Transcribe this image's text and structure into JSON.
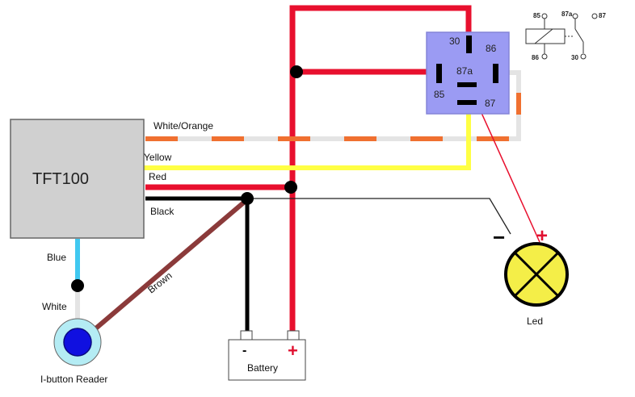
{
  "colors": {
    "red": "#e8102e",
    "black": "#000000",
    "yellow": "#ffff44",
    "orange": "#f07030",
    "white_wire": "#e4e4e4",
    "blue_wire": "#40c8f0",
    "brown": "#8b3a3a",
    "module_fill": "#d0d0d0",
    "relay_fill": "#9b9bf3",
    "led_fill": "#f4ee48",
    "reader_ring": "#b4ecf4",
    "reader_core": "#1010e0",
    "plus_sign": "#e01030",
    "thin_wire": "#222222"
  },
  "module": {
    "name": "TFT100"
  },
  "wires": {
    "white_orange": "White/Orange",
    "yellow": "Yellow",
    "red": "Red",
    "black": "Black",
    "blue": "Blue",
    "white": "White",
    "brown": "Brown"
  },
  "relay": {
    "pins": {
      "p30": "30",
      "p86": "86",
      "p87a": "87a",
      "p85": "85",
      "p87": "87"
    }
  },
  "legend": {
    "p85": "85",
    "p87a": "87a",
    "p87": "87",
    "p86": "86",
    "p30": "30"
  },
  "led": {
    "label": "Led",
    "minus": "−",
    "plus": "+"
  },
  "battery": {
    "label": "Battery",
    "minus": "-",
    "plus": "+"
  },
  "reader": {
    "label": "I-button Reader"
  }
}
